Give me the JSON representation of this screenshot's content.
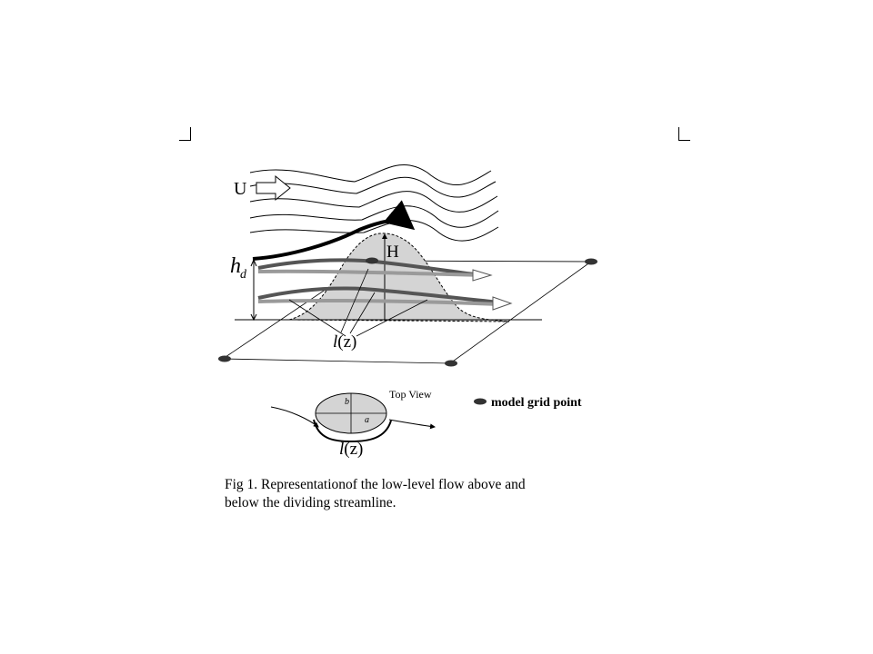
{
  "diagram": {
    "flow_label": "U",
    "height_label": "H",
    "dividing_height_label_h": "h",
    "dividing_height_label_sub": "d",
    "length_label_l": "l",
    "length_label_z": "(z)",
    "top_view_label": "Top View",
    "axis_label_b": "b",
    "axis_label_a": "a",
    "top_view_length_l": "l",
    "top_view_length_z": "(z)",
    "legend_label": "model grid point"
  },
  "caption": {
    "line1": "Fig 1.  Representationof the low-level flow above and",
    "line2": "below the dividing streamline."
  }
}
